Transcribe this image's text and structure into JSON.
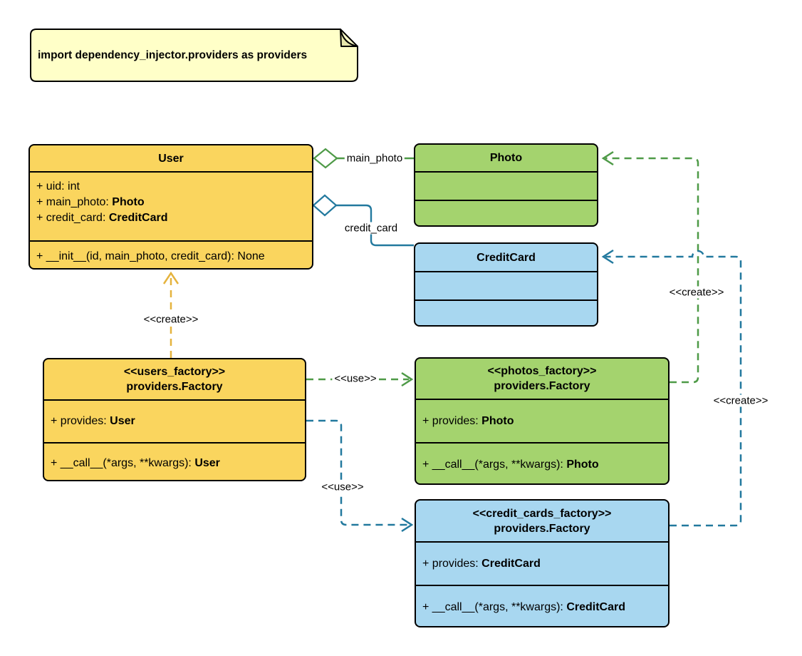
{
  "colors": {
    "bg": "#ffffff",
    "border": "#000000",
    "note-fill": "#ffffc8",
    "note-fold": "#e6e6ab",
    "yellow-fill": "#fad55e",
    "green-fill": "#a4d36e",
    "blue-fill": "#a8d7f0",
    "edge-yellow": "#e5b33e",
    "edge-green": "#4e9a47",
    "edge-teal": "#22799e"
  },
  "note": {
    "text": "import dependency_injector.providers as providers"
  },
  "classes": {
    "user": {
      "title": "User",
      "attributes": [
        {
          "text": "+ uid: int",
          "type": ""
        },
        {
          "text": "+ main_photo: ",
          "type": "Photo"
        },
        {
          "text": "+ credit_card: ",
          "type": "CreditCard"
        }
      ],
      "methods": [
        {
          "text": "+ __init__(id, main_photo, credit_card): None",
          "type": ""
        }
      ]
    },
    "photo": {
      "title": "Photo"
    },
    "credit_card": {
      "title": "CreditCard"
    },
    "users_factory": {
      "stereotype": "<<users_factory>>",
      "title": "providers.Factory",
      "attributes": [
        {
          "text": "+ provides: ",
          "type": "User"
        }
      ],
      "methods": [
        {
          "text": "+ __call__(*args, **kwargs): ",
          "type": "User"
        }
      ]
    },
    "photos_factory": {
      "stereotype": "<<photos_factory>>",
      "title": "providers.Factory",
      "attributes": [
        {
          "text": "+ provides: ",
          "type": "Photo"
        }
      ],
      "methods": [
        {
          "text": "+ __call__(*args, **kwargs): ",
          "type": "Photo"
        }
      ]
    },
    "credit_cards_factory": {
      "stereotype": "<<credit_cards_factory>>",
      "title": "providers.Factory",
      "attributes": [
        {
          "text": "+ provides: ",
          "type": "CreditCard"
        }
      ],
      "methods": [
        {
          "text": "+ __call__(*args, **kwargs): ",
          "type": "CreditCard"
        }
      ]
    }
  },
  "edges": {
    "main_photo": {
      "label": "main_photo"
    },
    "credit_card": {
      "label": "credit_card"
    },
    "create_user": {
      "label": "<<create>>"
    },
    "use_photos": {
      "label": "<<use>>"
    },
    "use_credit_cards": {
      "label": "<<use>>"
    },
    "create_photo": {
      "label": "<<create>>"
    },
    "create_credit_card": {
      "label": "<<create>>"
    }
  }
}
